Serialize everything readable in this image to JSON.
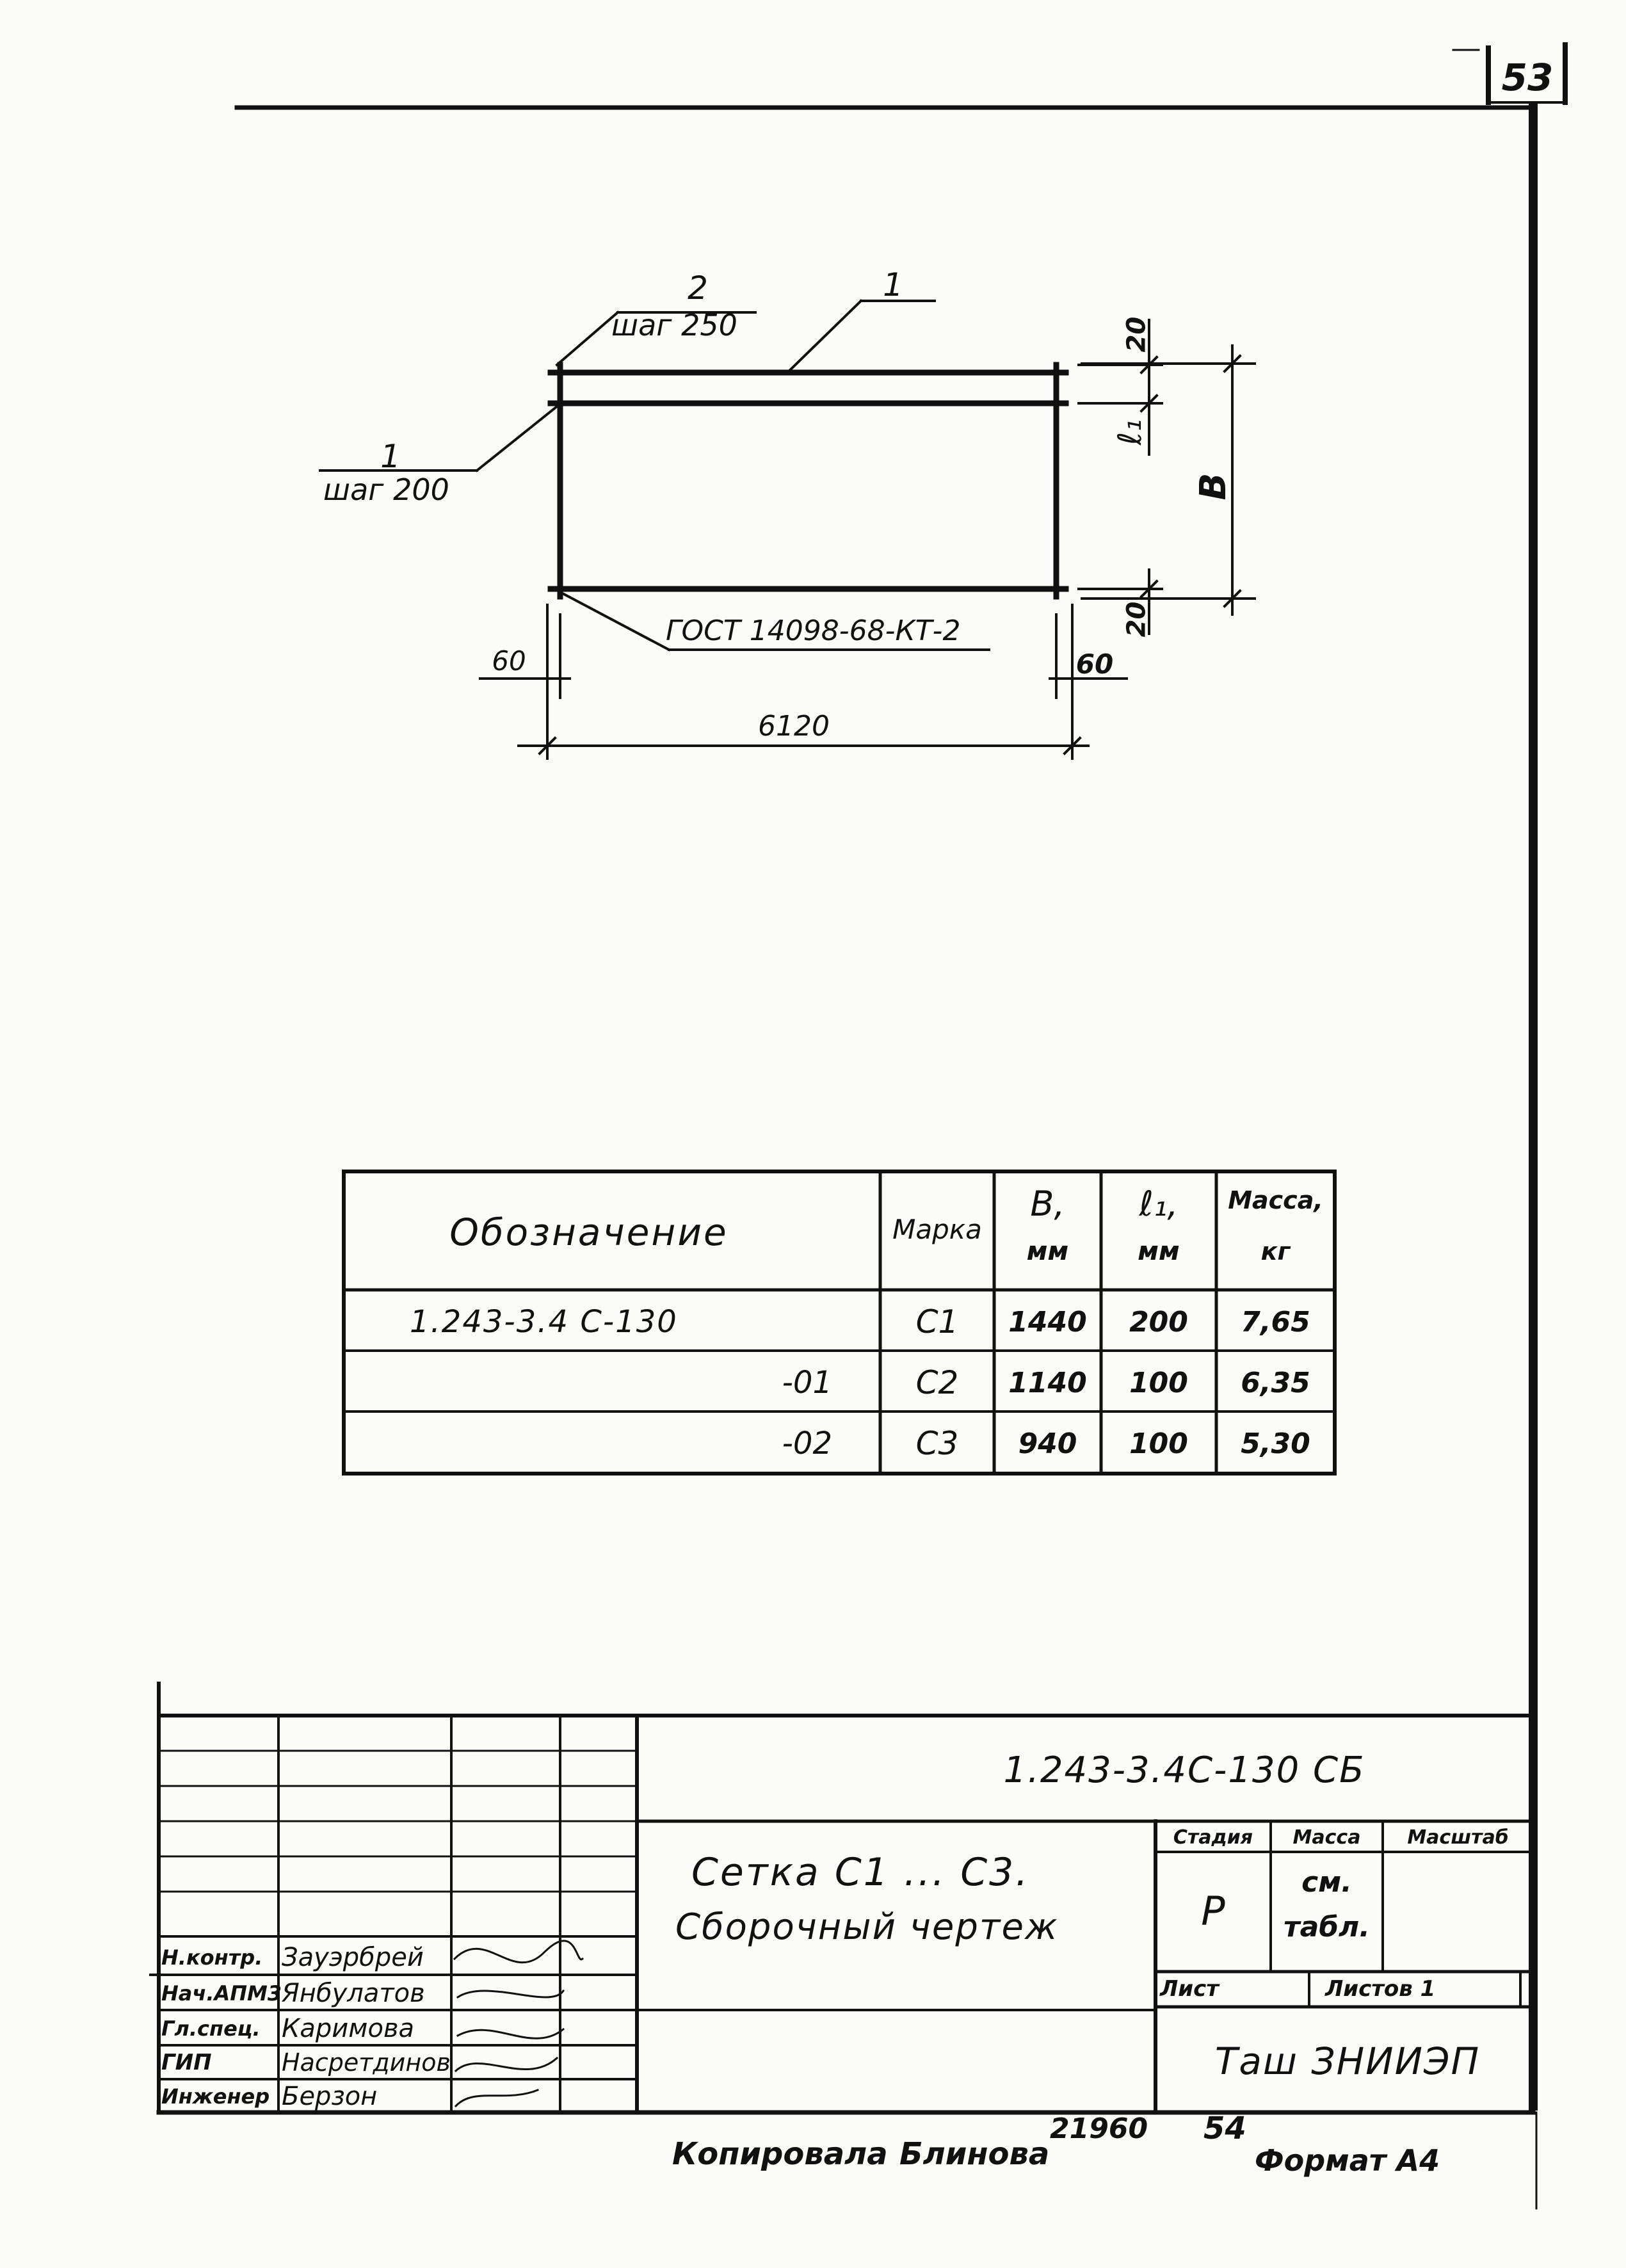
{
  "page_number": "53",
  "drawing": {
    "pos2": "2",
    "step250": "шаг 250",
    "pos1_top": "1",
    "pos1_left": "1",
    "step200": "шаг 200",
    "gost": "ГОСТ 14098-68-КТ-2",
    "dim_60_left": "60",
    "dim_60_right": "60",
    "dim_6120": "6120",
    "dim_20_top": "20",
    "dim_l1": "ℓ₁",
    "dim_B": "В",
    "dim_20_bottom": "20"
  },
  "spec_table": {
    "headers": {
      "designation": "Обозначение",
      "mark": "Марка",
      "b": "В,",
      "b_unit": "мм",
      "l1": "ℓ₁,",
      "l1_unit": "мм",
      "mass": "Масса,",
      "mass_unit": "кг"
    },
    "rows": [
      {
        "designation": "1.243-3.4 С-130",
        "mark": "С1",
        "b": "1440",
        "l1": "200",
        "mass": "7,65"
      },
      {
        "designation": "-01",
        "mark": "С2",
        "b": "1140",
        "l1": "100",
        "mass": "6,35"
      },
      {
        "designation": "-02",
        "mark": "С3",
        "b": "940",
        "l1": "100",
        "mass": "5,30"
      }
    ]
  },
  "title_block": {
    "doc_code": "1.243-3.4С-130 СБ",
    "title_line1": "Сетка С1 ... С3.",
    "title_line2": "Сборочный чертеж",
    "stage_label": "Стадия",
    "mass_label": "Масса",
    "scale_label": "Масштаб",
    "stage_value": "Р",
    "mass_value_1": "см.",
    "mass_value_2": "табл.",
    "sheet_label": "Лист",
    "sheets_label": "Листов 1",
    "organization": "Таш ЗНИИЭП",
    "staff": [
      {
        "role": "Н.контр.",
        "name": "Зауэрбрей"
      },
      {
        "role": "Нач.АПМ3",
        "name": "Янбулатов"
      },
      {
        "role": "Гл.спец.",
        "name": "Каримова"
      },
      {
        "role": "ГИП",
        "name": "Насретдинов"
      },
      {
        "role": "Инженер",
        "name": "Берзон"
      }
    ]
  },
  "footer": {
    "copied": "Копировала",
    "copier": "Блинова",
    "number1": "21960",
    "number2": "54",
    "format": "Формат А4"
  }
}
